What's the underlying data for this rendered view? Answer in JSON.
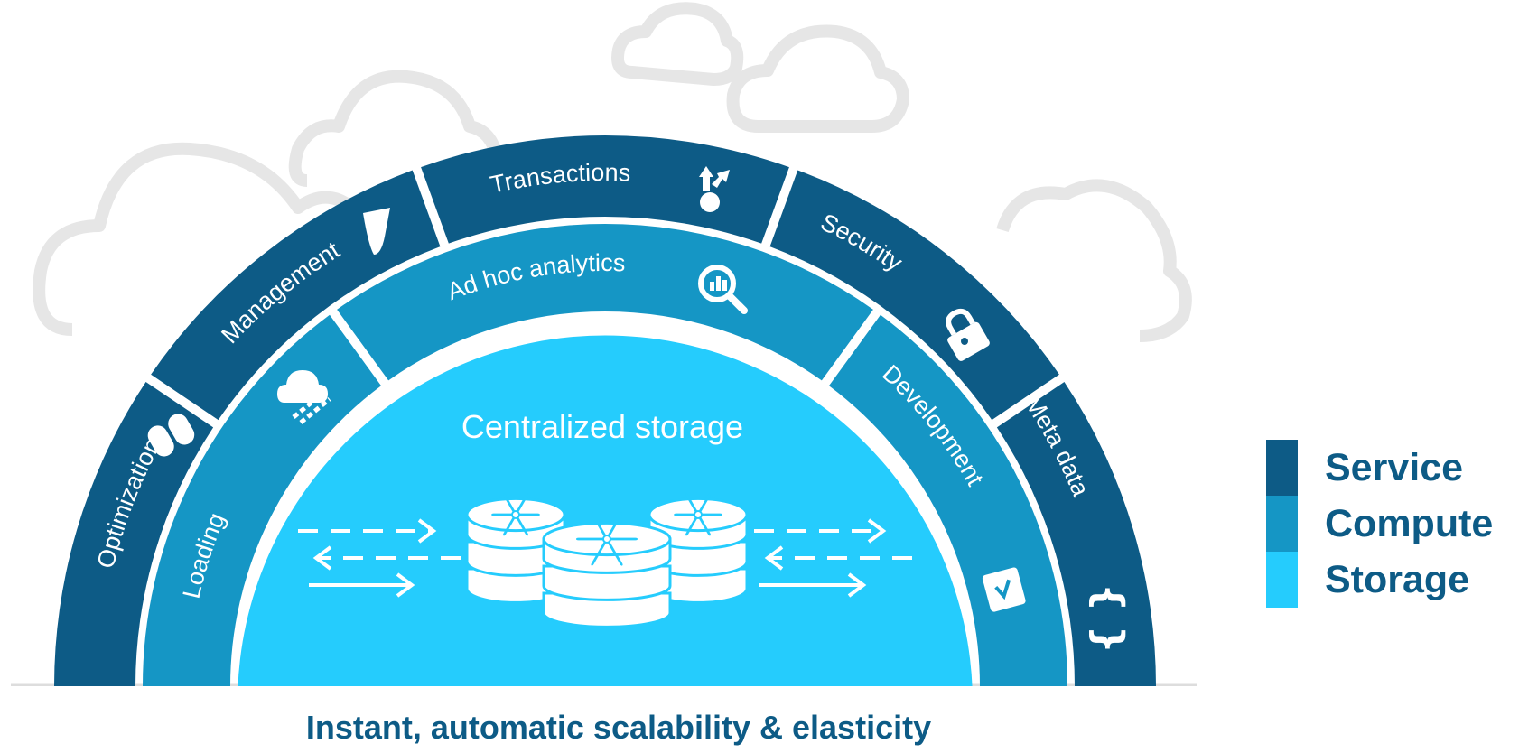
{
  "colors": {
    "service": "#0d5b86",
    "compute": "#1596c5",
    "storage": "#25ccfd",
    "cloud": "#e6e6e6",
    "ground": "#dddddd"
  },
  "rings": {
    "service": [
      {
        "label": "Optimization",
        "icon": "pills-icon"
      },
      {
        "label": "Management",
        "icon": "funnel-icon"
      },
      {
        "label": "Transactions",
        "icon": "transactions-icon"
      },
      {
        "label": "Security",
        "icon": "padlock-icon"
      },
      {
        "label": "Meta data",
        "icon": "curly-braces-icon"
      }
    ],
    "compute": [
      {
        "label": "Loading",
        "icon": "cloud-upload-icon"
      },
      {
        "label": "Ad hoc analytics",
        "icon": "magnifier-chart-icon"
      },
      {
        "label": "Development",
        "icon": "code-window-icon"
      }
    ]
  },
  "storage": {
    "label": "Centralized storage",
    "icon": "snowflake-database-icon"
  },
  "legend": [
    {
      "label": "Service",
      "color": "#0d5b86"
    },
    {
      "label": "Compute",
      "color": "#1596c5"
    },
    {
      "label": "Storage",
      "color": "#25ccfd"
    }
  ],
  "caption": "Instant, automatic scalability & elasticity"
}
